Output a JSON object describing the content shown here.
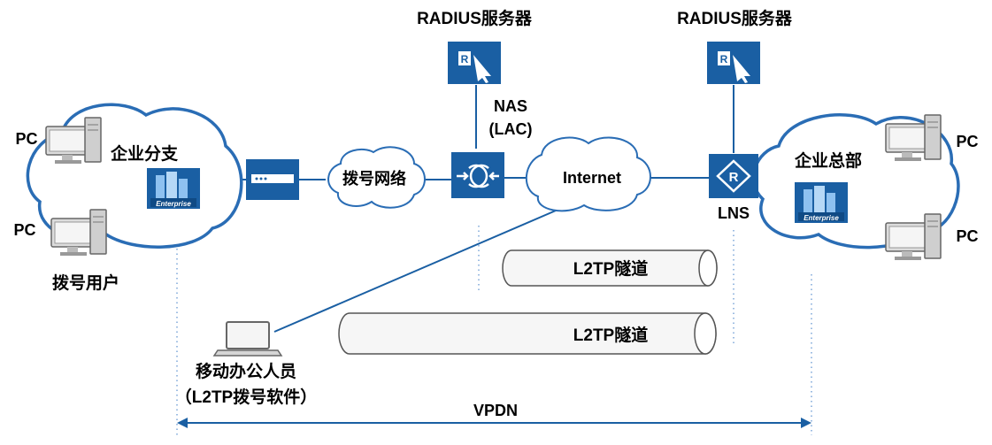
{
  "labels": {
    "radius_left": "RADIUS服务器",
    "radius_right": "RADIUS服务器",
    "nas_line1": "NAS",
    "nas_line2": "(LAC)",
    "lns": "LNS",
    "internet": "Internet",
    "dialup_network": "拨号网络",
    "branch": "企业分支",
    "hq": "企业总部",
    "dialup_user": "拨号用户",
    "pc_branch_1": "PC",
    "pc_branch_2": "PC",
    "pc_hq_1": "PC",
    "pc_hq_2": "PC",
    "mobile_line1": "移动办公人员",
    "mobile_line2": "（L2TP拨号软件）",
    "tunnel_1": "L2TP隧道",
    "tunnel_2": "L2TP隧道",
    "vpdn": "VPDN",
    "enterprise_badge_1": "Enterprise",
    "enterprise_badge_2": "Enterprise"
  },
  "colors": {
    "device_blue": "#1a5fa3",
    "line_blue": "#1a5fa3",
    "cloud_stroke": "#2a6db5",
    "text": "#000000",
    "tunnel_fill": "#f4f4f4",
    "tunnel_stroke": "#555555",
    "dotted": "#5a8fcf"
  },
  "icons": {
    "radius_server": "radius-server-icon",
    "router": "router-icon",
    "nas": "nas-icon",
    "modem": "modem-icon",
    "pc": "pc-icon",
    "laptop": "laptop-icon",
    "enterprise": "enterprise-building-icon"
  }
}
